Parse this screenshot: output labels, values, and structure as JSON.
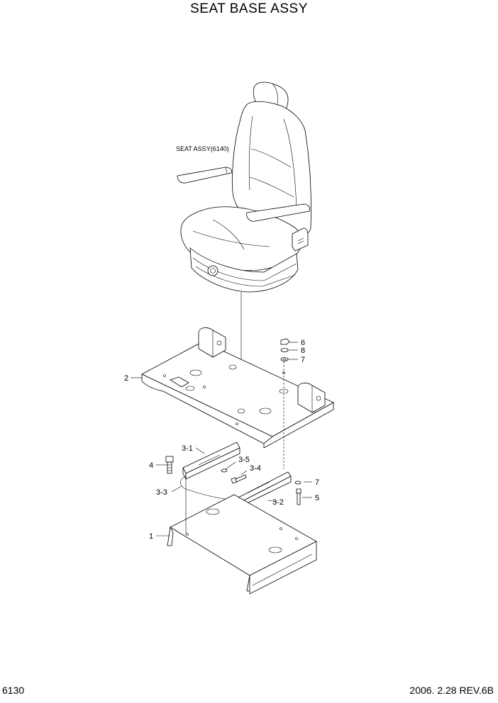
{
  "title": "SEAT BASE ASSY",
  "footer": {
    "page_code": "6130",
    "revision": "2006. 2.28  REV.6B"
  },
  "labels": {
    "seat_assy": "SEAT ASSY(6140)",
    "p6": "6",
    "p8": "8",
    "p7_top": "7",
    "p2": "2",
    "p3_1": "3-1",
    "p3_5": "3-5",
    "p4": "4",
    "p3_4": "3-4",
    "p7_bottom": "7",
    "p3_3": "3-3",
    "p5": "5",
    "p3_2": "3-2",
    "p1": "1"
  }
}
